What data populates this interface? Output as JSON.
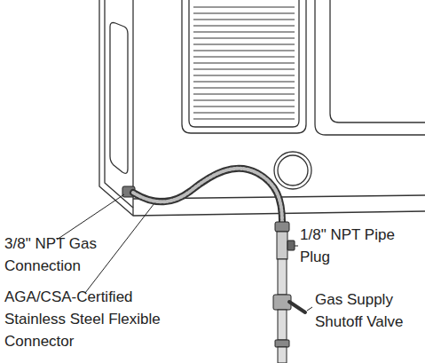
{
  "diagram": {
    "labels": [
      "3/8\" NPT Gas Connection",
      "AGA/CSA-Certified Stainless Steel Flexible Connector",
      "1/8\" NPT Pipe Plug",
      "Gas Supply Shutoff Valve"
    ]
  }
}
